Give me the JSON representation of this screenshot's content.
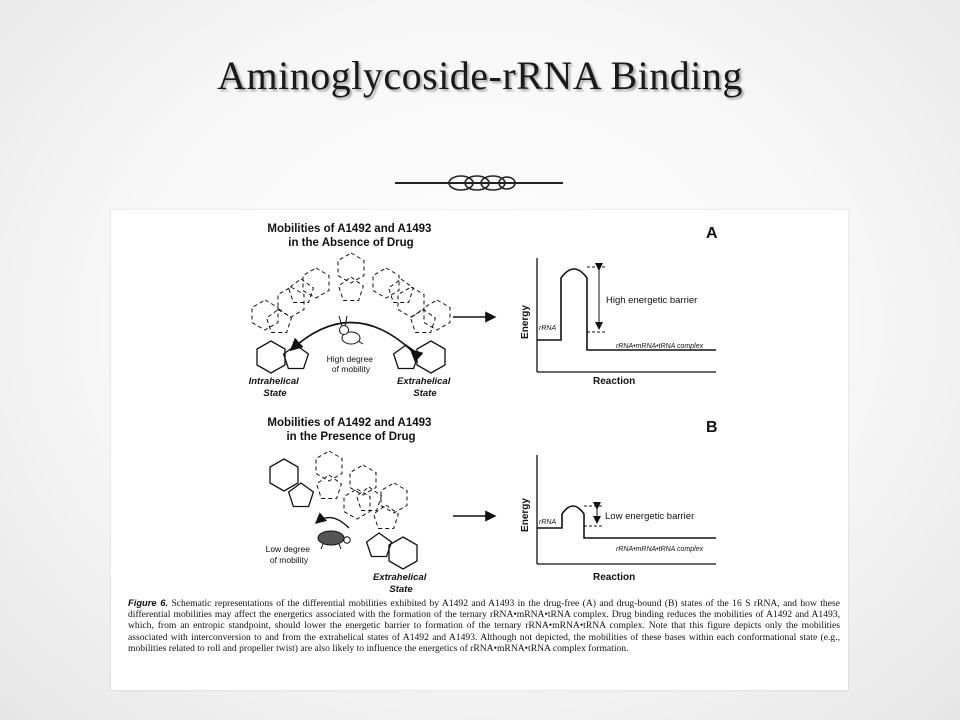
{
  "slide": {
    "title": "Aminoglycoside-rRNA Binding"
  },
  "figure": {
    "panel_a": {
      "letter": "A",
      "heading_line1": "Mobilities of A1492 and A1493",
      "heading_line2": "in the Absence of Drug",
      "mobility_label_line1": "High degree",
      "mobility_label_line2": "of mobility",
      "intrahelical_line1": "Intrahelical",
      "intrahelical_line2": "State",
      "extrahelical_line1": "Extrahelical",
      "extrahelical_line2": "State",
      "y_axis": "Energy",
      "x_axis": "Reaction",
      "start_label": "rRNA",
      "end_label": "rRNA•mRNA•tRNA complex",
      "barrier_label": "High energetic barrier"
    },
    "panel_b": {
      "letter": "B",
      "heading_line1": "Mobilities of A1492 and A1493",
      "heading_line2": "in the Presence of Drug",
      "mobility_label_line1": "Low degree",
      "mobility_label_line2": "of mobility",
      "extrahelical_line1": "Extrahelical",
      "extrahelical_line2": "State",
      "y_axis": "Energy",
      "x_axis": "Reaction",
      "start_label": "rRNA",
      "end_label": "rRNA•mRNA•tRNA complex",
      "barrier_label": "Low energetic barrier"
    },
    "caption": {
      "label": "Figure 6.",
      "text": "Schematic representations of the differential mobilities exhibited by A1492 and A1493 in the drug-free (A) and drug-bound (B) states of the 16 S rRNA, and how these differential mobilities may affect the energetics associated with the formation of the ternary rRNA•mRNA•tRNA complex. Drug binding reduces the mobilities of A1492 and A1493, which, from an entropic standpoint, should lower the energetic barrier to formation of the ternary rRNA•mRNA•tRNA complex. Note that this figure depicts only the mobilities associated with interconversion to and from the extrahelical states of A1492 and A1493. Although not depicted, the mobilities of these bases within each conformational state (e.g., mobilities related to roll and propeller twist) are also likely to influence the energetics of rRNA•mRNA•tRNA complex formation."
    }
  }
}
